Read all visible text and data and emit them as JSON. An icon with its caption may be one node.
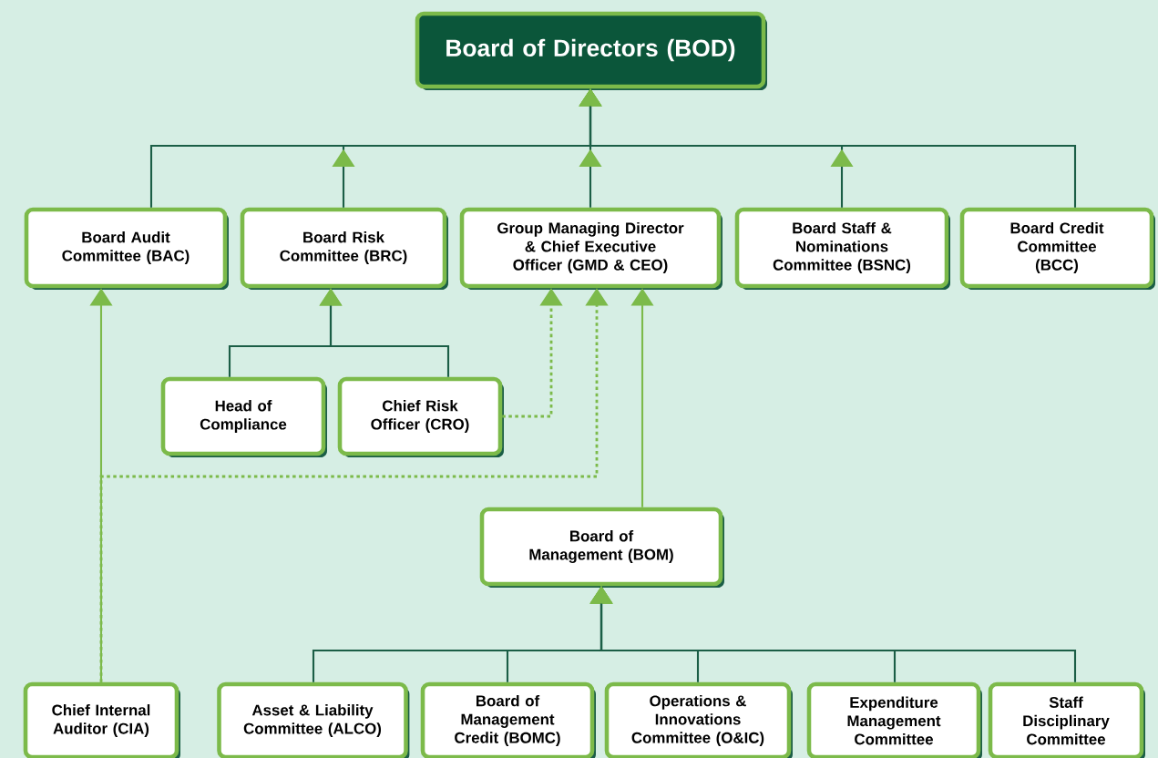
{
  "diagram": {
    "nodes": [
      {
        "text": [
          "Board of Directors (BOD)"
        ]
      },
      {
        "text": [
          "Board Audit Committee (BAC)"
        ]
      },
      {
        "text": [
          "Board Risk Committee (BRC)"
        ]
      },
      {
        "text": [
          "Group Managing Director & Chief Executive Officer (GMD & CEO)"
        ]
      },
      {
        "text": [
          "Board Staff & Nominations Committee (BSNC)"
        ]
      },
      {
        "text": [
          "Board Credit Committee (BCC)"
        ]
      },
      {
        "text": [
          "Head of Compliance"
        ]
      },
      {
        "text": [
          "Chief Risk Officer (CRO)"
        ]
      },
      {
        "text": [
          "Board of Management (BOM)"
        ]
      },
      {
        "text": [
          "Chief Internal Auditor (CIA)"
        ]
      },
      {
        "text": [
          "Asset & Liability Committee (ALCO)"
        ]
      },
      {
        "text": [
          "Board of Management Credit (BOMC)"
        ]
      },
      {
        "text": [
          "Operations & Innovations Committee (O&IC)"
        ]
      },
      {
        "text": [
          "Expenditure Management Committee"
        ]
      },
      {
        "text": [
          "Staff Disciplinary Committee"
        ]
      }
    ],
    "edges": [
      {
        "from": 1,
        "to": 0,
        "arrow": "to"
      },
      {
        "from": 2,
        "to": 0,
        "arrow": "to"
      },
      {
        "from": 3,
        "to": 0,
        "arrow": "to"
      },
      {
        "from": 4,
        "to": 0,
        "arrow": "to"
      },
      {
        "from": 5,
        "to": 0,
        "arrow": "to"
      },
      {
        "from": 6,
        "to": 2,
        "arrow": "to"
      },
      {
        "from": 7,
        "to": 2,
        "arrow": "to"
      },
      {
        "from": 7,
        "to": 3,
        "arrow": "to",
        "style": "dashed",
        "color": "#7cba4a"
      },
      {
        "from": 9,
        "to": 1,
        "arrow": "to",
        "color": "#7cba4a"
      },
      {
        "from": 9,
        "to": 3,
        "arrow": "to",
        "style": "dashed",
        "color": "#7cba4a"
      },
      {
        "from": 8,
        "to": 3,
        "arrow": "to",
        "color": "#7cba4a"
      },
      {
        "from": 10,
        "to": 8,
        "arrow": "to"
      },
      {
        "from": 11,
        "to": 8,
        "arrow": "to"
      },
      {
        "from": 12,
        "to": 8,
        "arrow": "to"
      },
      {
        "from": 13,
        "to": 8,
        "arrow": "to"
      },
      {
        "from": 14,
        "to": 8,
        "arrow": "to"
      }
    ]
  }
}
